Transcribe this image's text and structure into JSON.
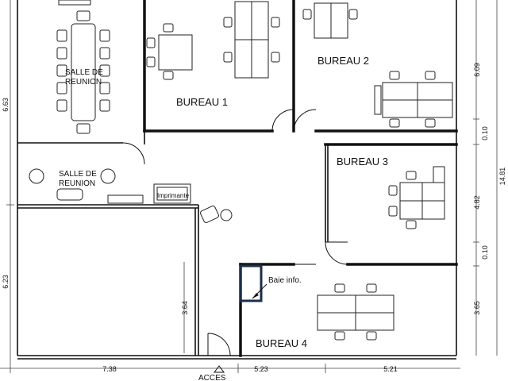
{
  "rooms": {
    "salle_reunion_1": [
      "SALLE DE",
      "REUNION"
    ],
    "salle_reunion_2": [
      "SALLE DE",
      "REUNION"
    ],
    "bureau_1": "BUREAU 1",
    "bureau_2": "BUREAU 2",
    "bureau_3": "BUREAU 3",
    "bureau_4": "BUREAU 4"
  },
  "labels": {
    "imprimante": "Imprimante",
    "baie_info": "Baie info.",
    "acces": "ACCES"
  },
  "dimensions": {
    "left_top": "6.63",
    "left_bottom": "6.23",
    "inner_vertical": "3.64",
    "right_1": "6.09",
    "right_2": "0.10",
    "right_3": "4.82",
    "right_4": "0.10",
    "right_5": "3.65",
    "right_total": "14.81",
    "bottom_1": "7.38",
    "bottom_2": "5.23",
    "bottom_3": "5.21"
  }
}
